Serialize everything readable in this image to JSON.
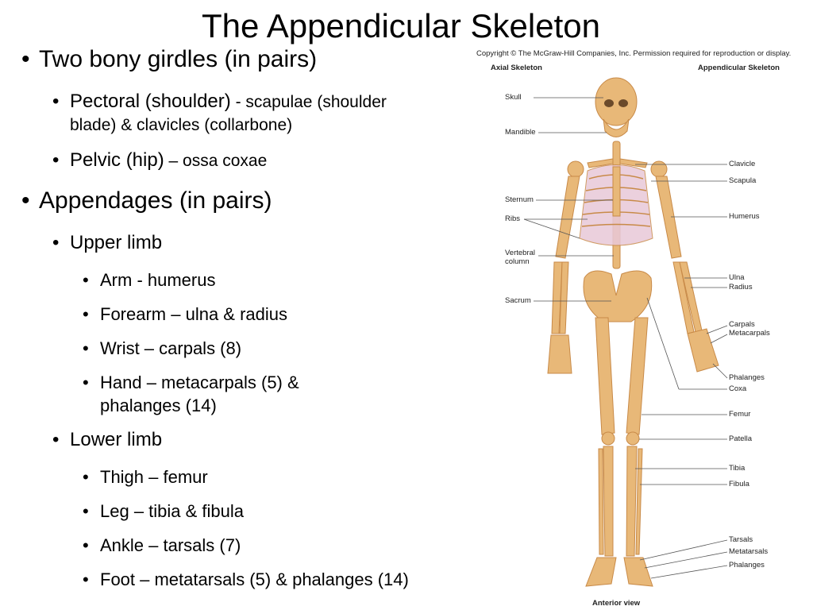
{
  "title": "The Appendicular Skeleton",
  "bullets": {
    "girdles": "Two bony girdles (in pairs)",
    "pectoral_a": "Pectoral (shoulder)",
    "pectoral_b": " - scapulae (shoulder",
    "pectoral_c": "blade) & clavicles (collarbone)",
    "pelvic_a": "Pelvic (hip)",
    "pelvic_b": " – ossa coxae",
    "appendages": "Appendages (in pairs)",
    "upper": "Upper limb",
    "arm": "Arm - humerus",
    "forearm": "Forearm – ulna & radius",
    "wrist": "Wrist – carpals (8)",
    "hand_a": "Hand – metacarpals (5) &",
    "hand_b": "phalanges (14)",
    "lower": "Lower limb",
    "thigh": "Thigh – femur",
    "leg": "Leg – tibia & fibula",
    "ankle": "Ankle – tarsals (7)",
    "foot": "Foot – metatarsals (5) & phalanges (14)"
  },
  "figure": {
    "copyright": "Copyright © The McGraw-Hill Companies, Inc. Permission required for reproduction or display.",
    "axial_header": "Axial Skeleton",
    "appendicular_header": "Appendicular Skeleton",
    "caption": "Anterior view",
    "left_labels": {
      "skull": "Skull",
      "mandible": "Mandible",
      "sternum": "Sternum",
      "ribs": "Ribs",
      "vertebral_a": "Vertebral",
      "vertebral_b": "column",
      "sacrum": "Sacrum"
    },
    "right_labels": {
      "clavicle": "Clavicle",
      "scapula": "Scapula",
      "humerus": "Humerus",
      "ulna": "Ulna",
      "radius": "Radius",
      "carpals": "Carpals",
      "metacarpals": "Metacarpals",
      "phalanges_hand": "Phalanges",
      "coxa": "Coxa",
      "femur": "Femur",
      "patella": "Patella",
      "tibia": "Tibia",
      "fibula": "Fibula",
      "tarsals": "Tarsals",
      "metatarsals": "Metatarsals",
      "phalanges_foot": "Phalanges"
    },
    "colors": {
      "bone": "#e8b878",
      "bone_dark": "#c88a48",
      "cartilage": "#e8c8d8",
      "leader": "#555555"
    }
  }
}
